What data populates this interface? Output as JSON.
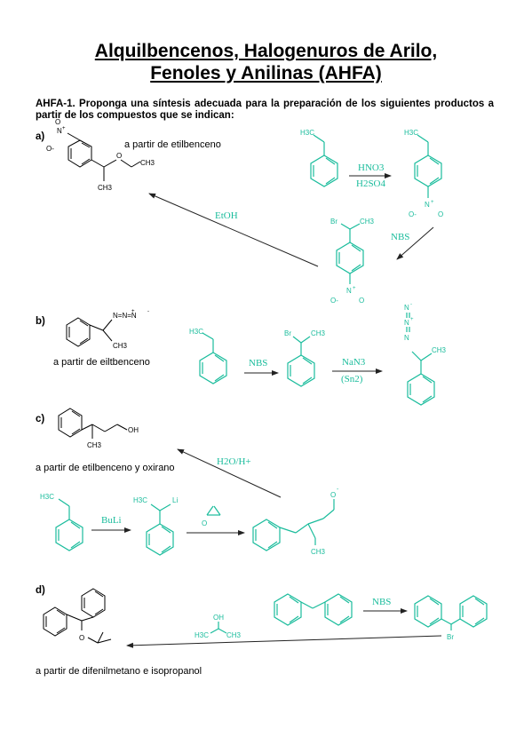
{
  "title_line1": "Alquilbencenos, Halogenuros de Arilo,",
  "title_line2": "Fenoles y Anilinas (AHFA)",
  "intro": "AHFA-1. Proponga una síntesis adecuada para la preparación de los siguientes productos a partir de los compuestos que se indican:",
  "sections": {
    "a": {
      "label": "a)",
      "caption": "a partir de etilbenceno",
      "reagents": {
        "nitration_top": "HNO3",
        "nitration_bottom": "H2SO4",
        "bromination": "NBS",
        "etherification": "EtOH"
      }
    },
    "b": {
      "label": "b)",
      "caption": "a partir de eiltbenceno",
      "reagents": {
        "bromination": "NBS",
        "substitution_top": "NaN3",
        "substitution_bottom": "(Sn2)"
      }
    },
    "c": {
      "label": "c)",
      "caption": "a partir de etilbenceno y oxirano",
      "reagents": {
        "metalation": "BuLi",
        "protonation": "H2O/H+"
      }
    },
    "d": {
      "label": "d)",
      "caption": "a partir de difenilmetano e isopropanol",
      "reagents": {
        "bromination": "NBS"
      }
    }
  },
  "atoms": {
    "ch3": "CH3",
    "h3c": "H3C",
    "o": "O",
    "br": "Br",
    "li": "Li",
    "oh": "OH",
    "n": "N",
    "azide": "N=N=N",
    "plus": "+",
    "minus": "-",
    "o_minus": "O-",
    "n_plus": "N+"
  },
  "colors": {
    "text": "#000000",
    "scheme": "#1abc9c"
  }
}
